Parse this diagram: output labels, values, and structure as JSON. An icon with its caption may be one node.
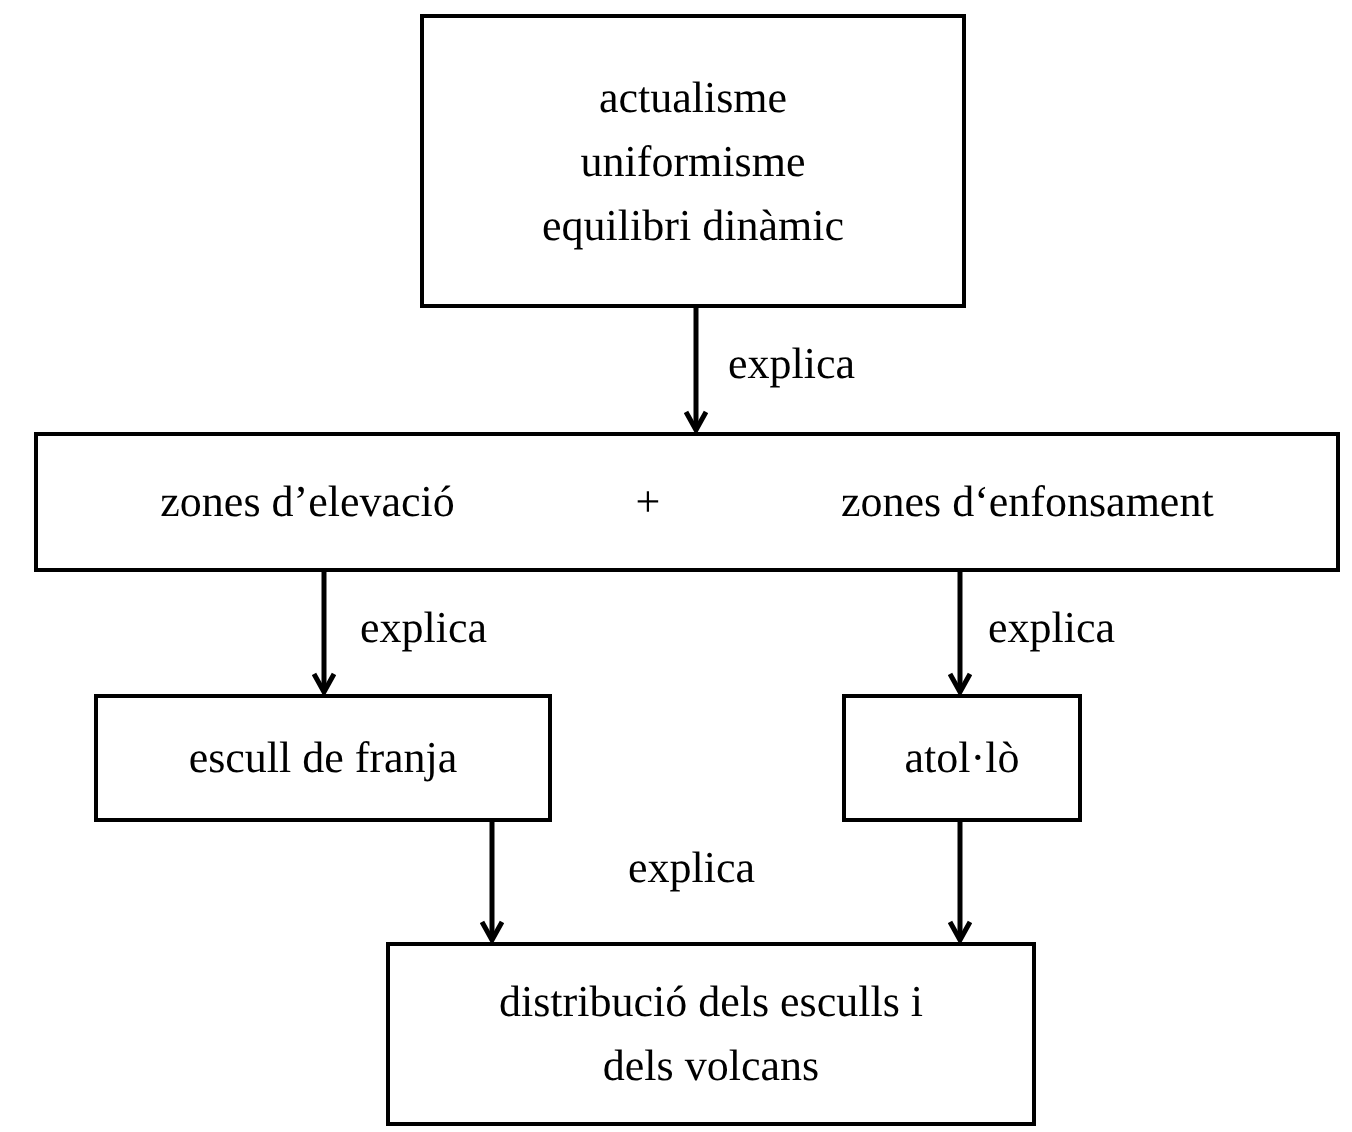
{
  "diagram": {
    "nodes": [
      {
        "text": [
          "actualisme uniformisme equilibri dinàmic"
        ]
      },
      {
        "text": [
          "zones d’elevació",
          "+",
          "zones d‘enfonsament"
        ]
      },
      {
        "text": [
          "escull de franja"
        ]
      },
      {
        "text": [
          "atol·lò"
        ]
      },
      {
        "text": [
          "distribució dels esculls i dels volcans"
        ]
      }
    ],
    "edges": [
      {
        "from": 0,
        "to": 1,
        "arrow": "to",
        "label": "explica"
      },
      {
        "from": 1,
        "to": 2,
        "arrow": "to",
        "label": "explica"
      },
      {
        "from": 1,
        "to": 3,
        "arrow": "to",
        "label": "explica"
      },
      {
        "from": 2,
        "to": 4,
        "arrow": "to",
        "label": "explica"
      },
      {
        "from": 3,
        "to": 4,
        "arrow": "to"
      }
    ]
  }
}
